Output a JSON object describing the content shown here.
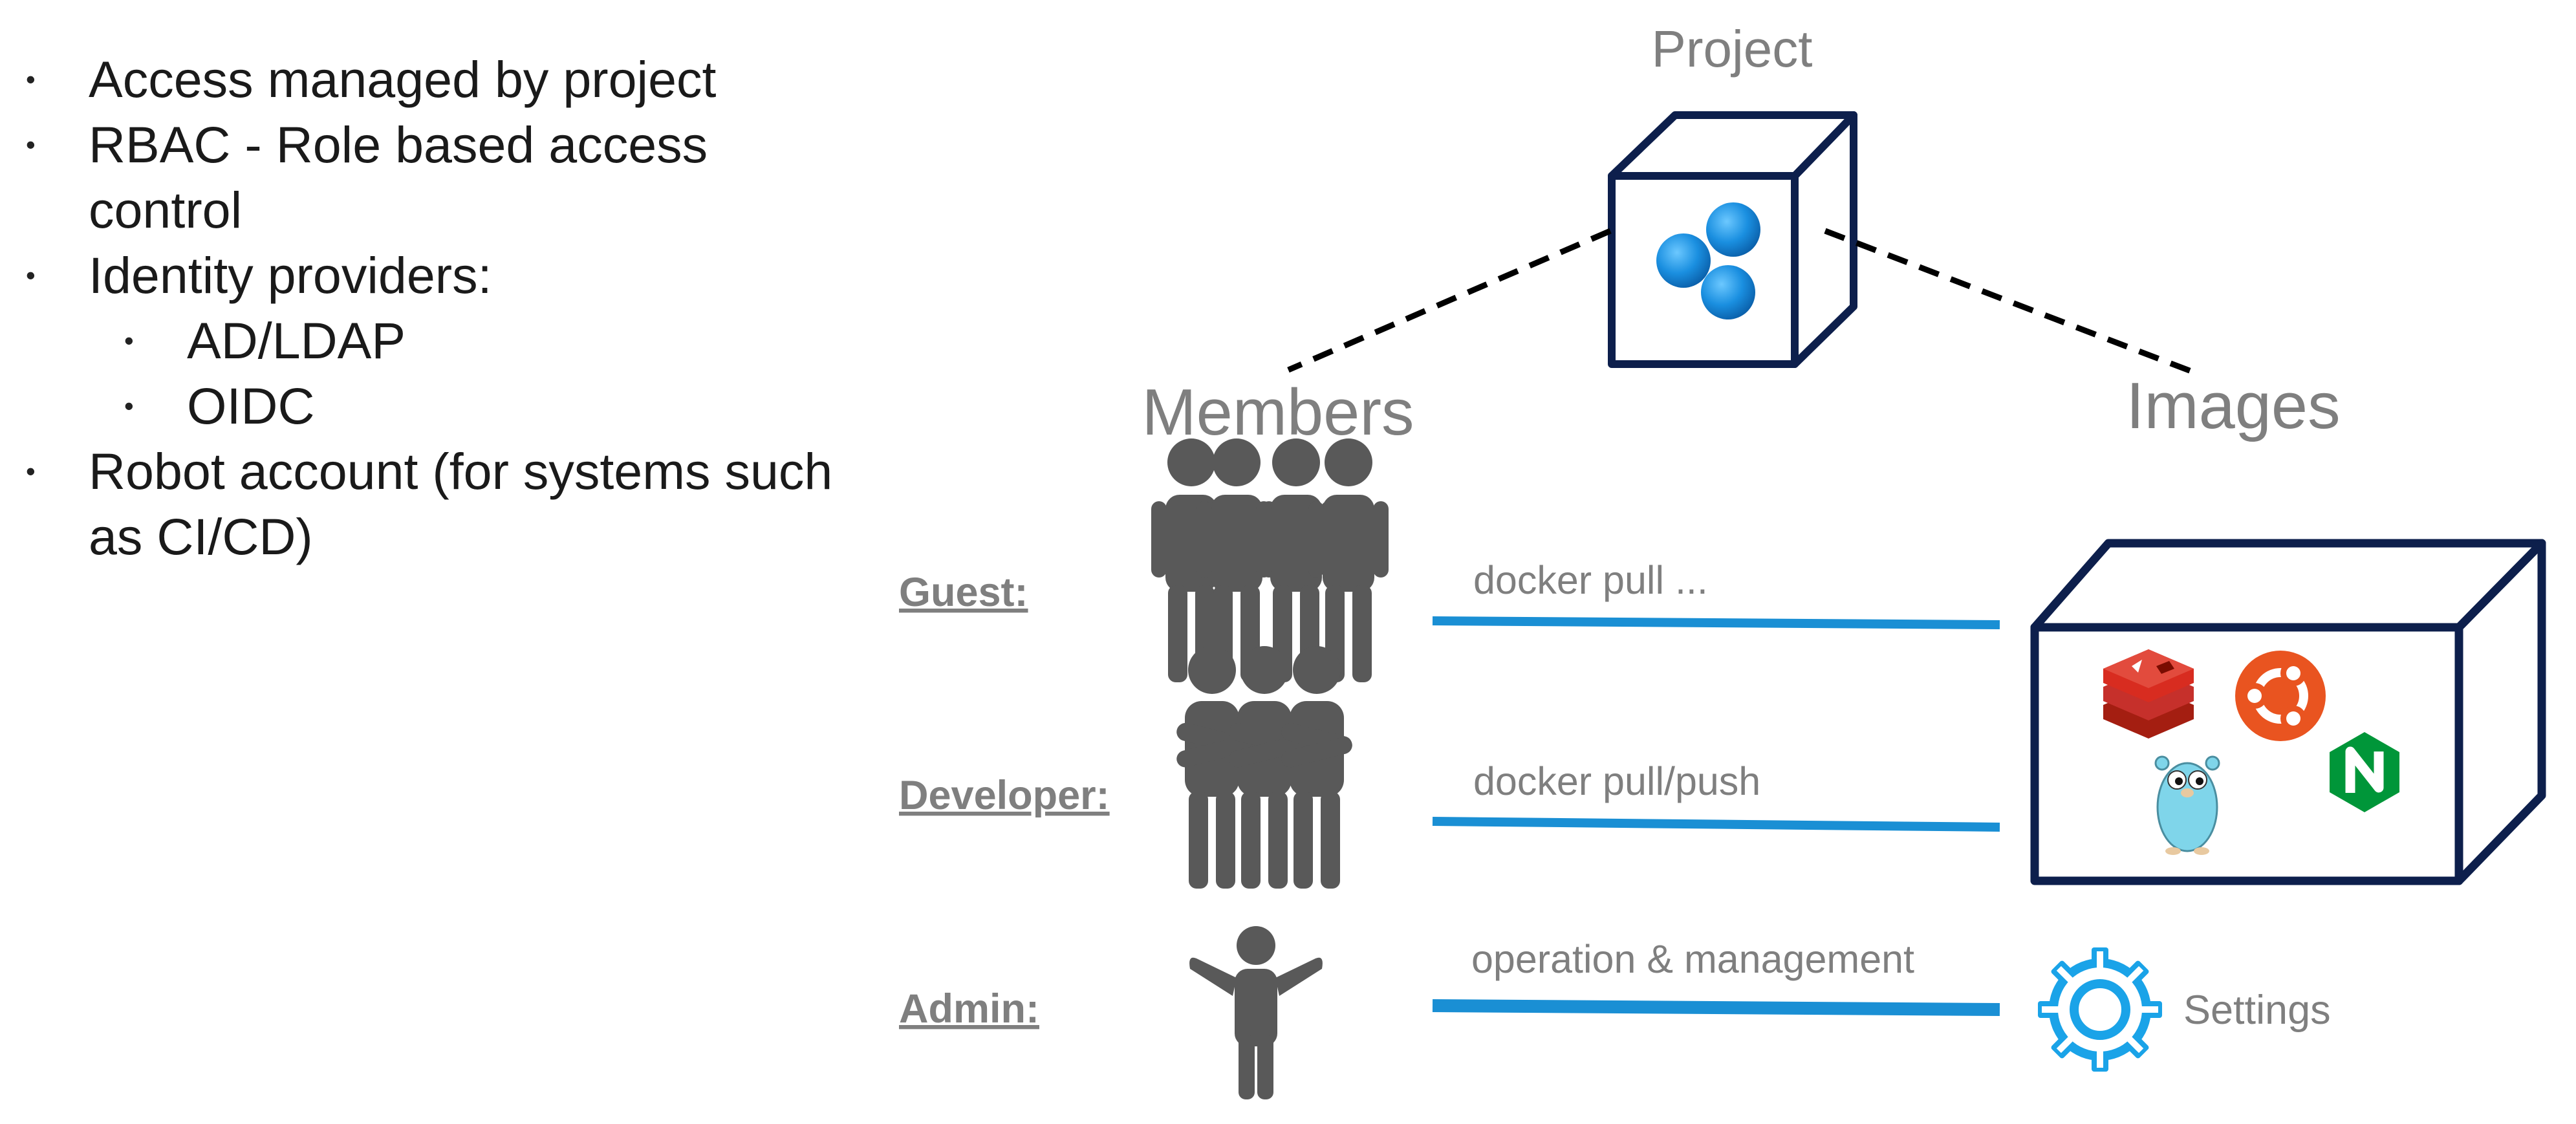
{
  "bullets": {
    "items": [
      "Access managed by project",
      "RBAC - Role based access control",
      "Identity providers:",
      "Robot account (for systems such as CI/CD)"
    ],
    "subitems": [
      "AD/LDAP",
      "OIDC"
    ]
  },
  "diagram": {
    "project_label": "Project",
    "members_label": "Members",
    "images_label": "Images",
    "settings_label": "Settings",
    "roles": [
      {
        "name": "Guest:",
        "action": "docker pull ..."
      },
      {
        "name": "Developer:",
        "action": "docker pull/push"
      },
      {
        "name": "Admin:",
        "action": "operation & management"
      }
    ]
  },
  "colors": {
    "navy": "#0d1f4c",
    "blue_line": "#1a8fd4",
    "gray_text": "#7f7f7f",
    "people": "#595959",
    "redis": "#c6302b",
    "ubuntu": "#e95420",
    "nginx": "#009639",
    "gopher": "#7fd5ea"
  }
}
